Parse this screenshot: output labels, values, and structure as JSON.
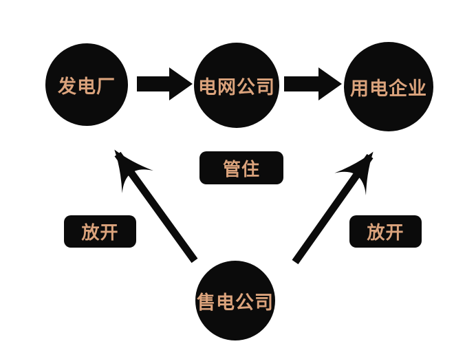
{
  "diagram": {
    "nodes": [
      {
        "id": "power-plant",
        "label": "发电厂"
      },
      {
        "id": "grid-company",
        "label": "电网公司"
      },
      {
        "id": "power-consumer",
        "label": "用电企业"
      },
      {
        "id": "retailer",
        "label": "售电公司"
      }
    ],
    "labels": {
      "regulate": "管住",
      "liberalize_left": "放开",
      "liberalize_right": "放开"
    },
    "arrows": [
      {
        "id": "power-plant-to-grid",
        "style": "block",
        "direction": "right"
      },
      {
        "id": "grid-to-consumer",
        "style": "block",
        "direction": "right"
      },
      {
        "id": "retailer-to-power-plant",
        "style": "barbed",
        "direction": "up-left"
      },
      {
        "id": "retailer-to-consumer",
        "style": "barbed",
        "direction": "up-right"
      }
    ],
    "colors": {
      "background": "#ffffff",
      "node_fill": "#0b0b0b",
      "arrow_fill": "#0b0b0b",
      "text": "#dba37c"
    }
  }
}
